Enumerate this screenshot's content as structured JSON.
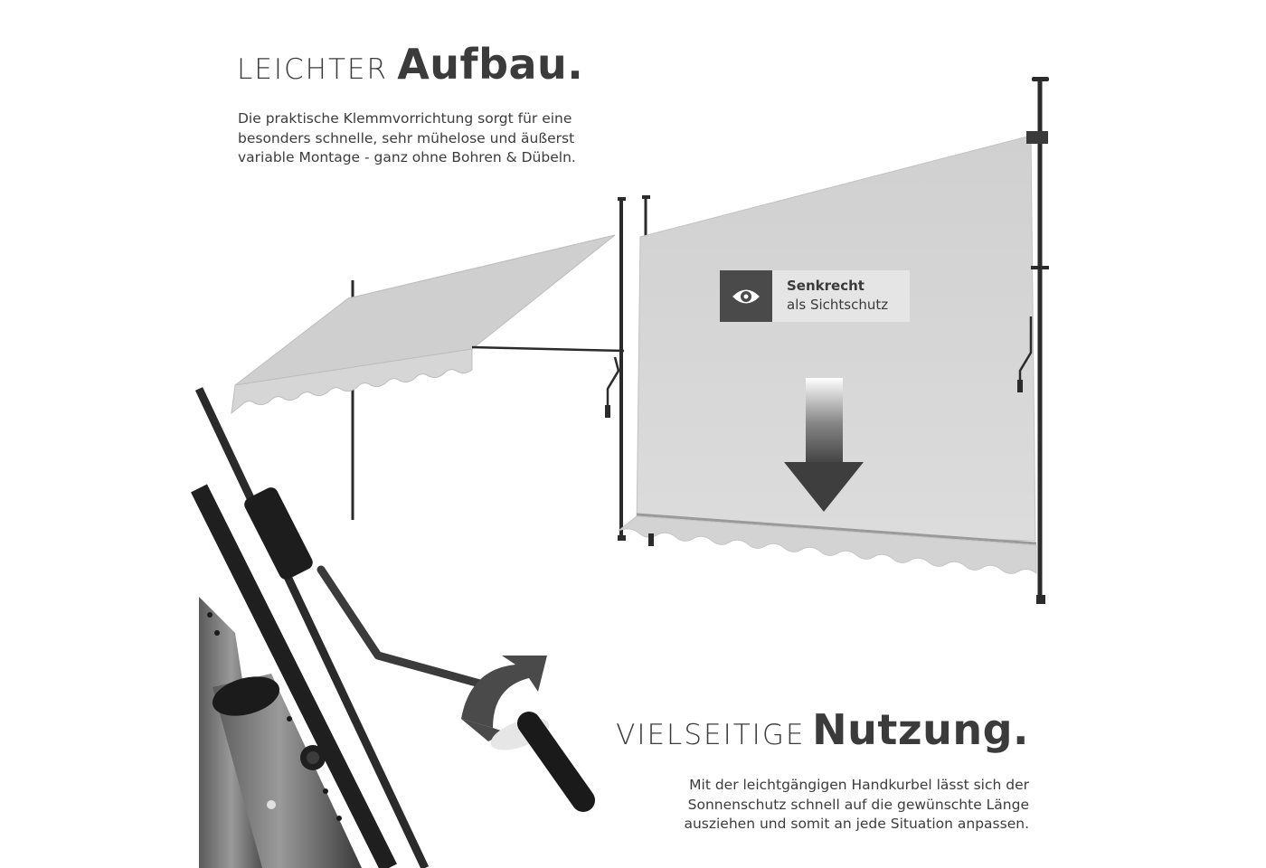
{
  "top_section": {
    "heading_light": "LEICHTER",
    "heading_bold": "Aufbau.",
    "description_lines": [
      "Die praktische Klemmvorrichtung sorgt für eine",
      "besonders schnelle, sehr mühelose und äußerst",
      "variable Montage - ganz ohne Bohren & Dübeln."
    ]
  },
  "badge": {
    "icon": "eye-icon",
    "title": "Senkrecht",
    "subtitle": "als Sichtschutz"
  },
  "bottom_section": {
    "heading_light": "VIELSEITIGE",
    "heading_bold": "Nutzung.",
    "description_lines": [
      "Mit der leichtgängigen Handkurbel lässt sich der",
      "Sonnenschutz schnell auf die gewünschte Länge",
      "ausziehen und somit an jede Situation anpassen."
    ]
  },
  "colors": {
    "fabric": "#d9d9d9",
    "pole": "#2b2b2b",
    "badge_icon_bg": "#4a4a4a",
    "badge_bg": "#e5e5e5"
  }
}
